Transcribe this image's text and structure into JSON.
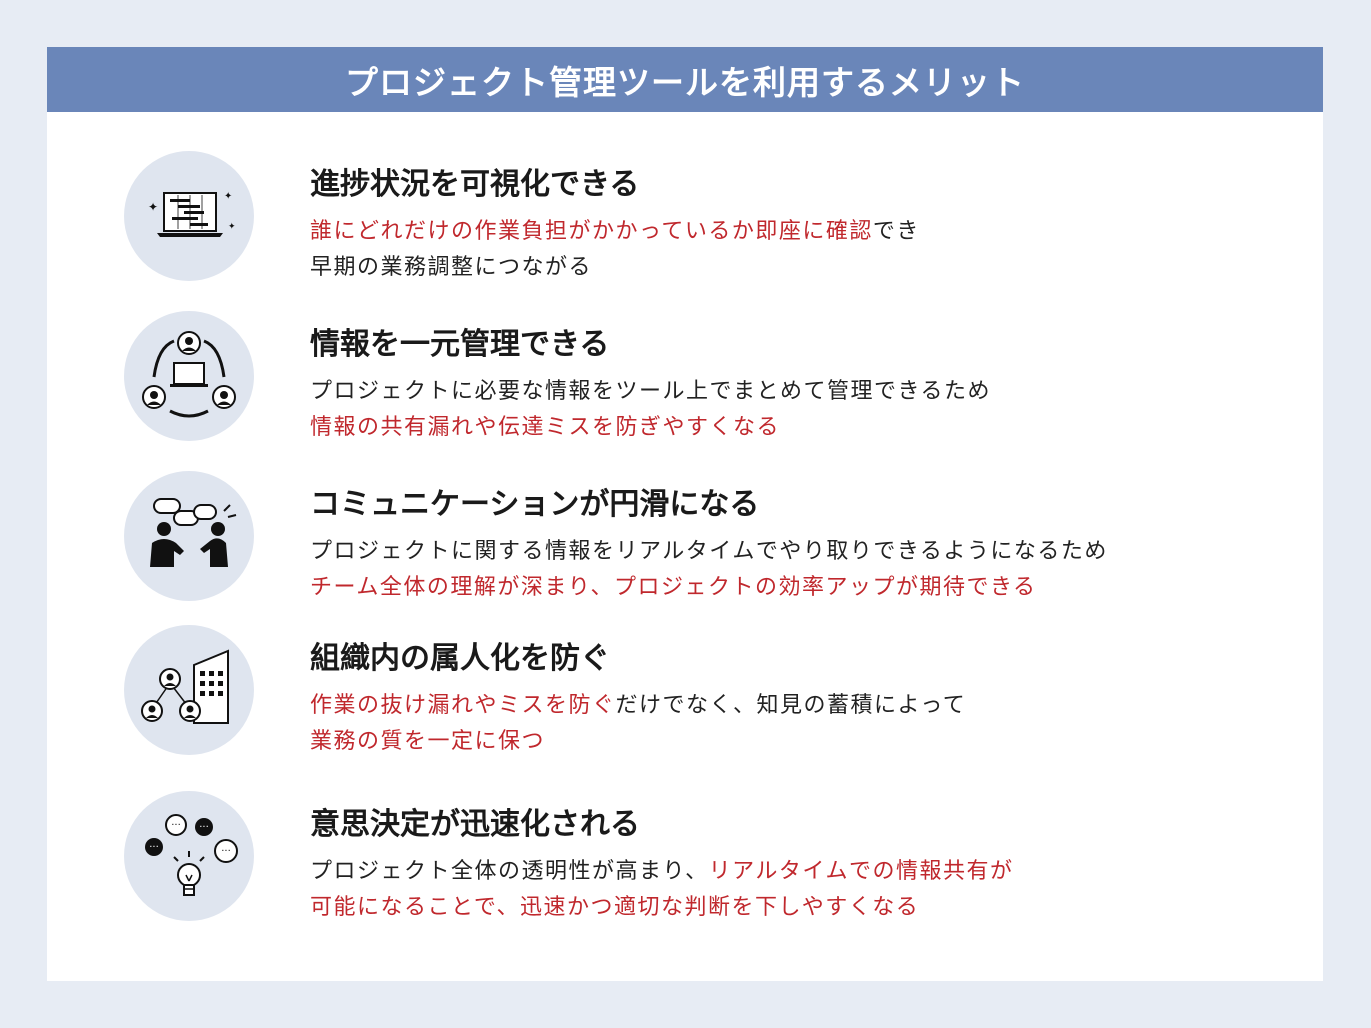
{
  "title": "プロジェクト管理ツールを利用するメリット",
  "colors": {
    "background": "#e7ecf4",
    "header": "#6a86b9",
    "circle": "#dfe5ef",
    "highlight": "#c0282d",
    "text": "#222222"
  },
  "items": [
    {
      "icon": "laptop-gantt-chart-icon",
      "title": "進捗状況を可視化できる",
      "line1": {
        "red": "誰にどれだけの作業負担がかかっているか即座に確認",
        "normal": "でき"
      },
      "line2": {
        "normal": "早期の業務調整につながる"
      }
    },
    {
      "icon": "shared-information-cycle-icon",
      "title": "情報を一元管理できる",
      "line1": {
        "normal": "プロジェクトに必要な情報をツール上でまとめて管理できるため"
      },
      "line2": {
        "red": "情報の共有漏れや伝達ミスを防ぎやすくなる"
      }
    },
    {
      "icon": "people-conversation-icon",
      "title": "コミュニケーションが円滑になる",
      "line1": {
        "normal": "プロジェクトに関する情報をリアルタイムでやり取りできるようになるため"
      },
      "line2": {
        "red": "チーム全体の理解が深まり、プロジェクトの効率アップが期待できる"
      }
    },
    {
      "icon": "organization-network-icon",
      "title": "組織内の属人化を防ぐ",
      "line1": {
        "red": "作業の抜け漏れやミスを防ぐ",
        "normal": "だけでなく、知見の蓄積によって"
      },
      "line2": {
        "red": "業務の質を一定に保つ"
      }
    },
    {
      "icon": "idea-lightbulb-icon",
      "title": "意思決定が迅速化される",
      "line1": {
        "normal": "プロジェクト全体の透明性が高まり、",
        "red": "リアルタイムでの情報共有が"
      },
      "line2": {
        "red": "可能になることで、迅速かつ適切な判断を下しやすくなる"
      }
    }
  ]
}
